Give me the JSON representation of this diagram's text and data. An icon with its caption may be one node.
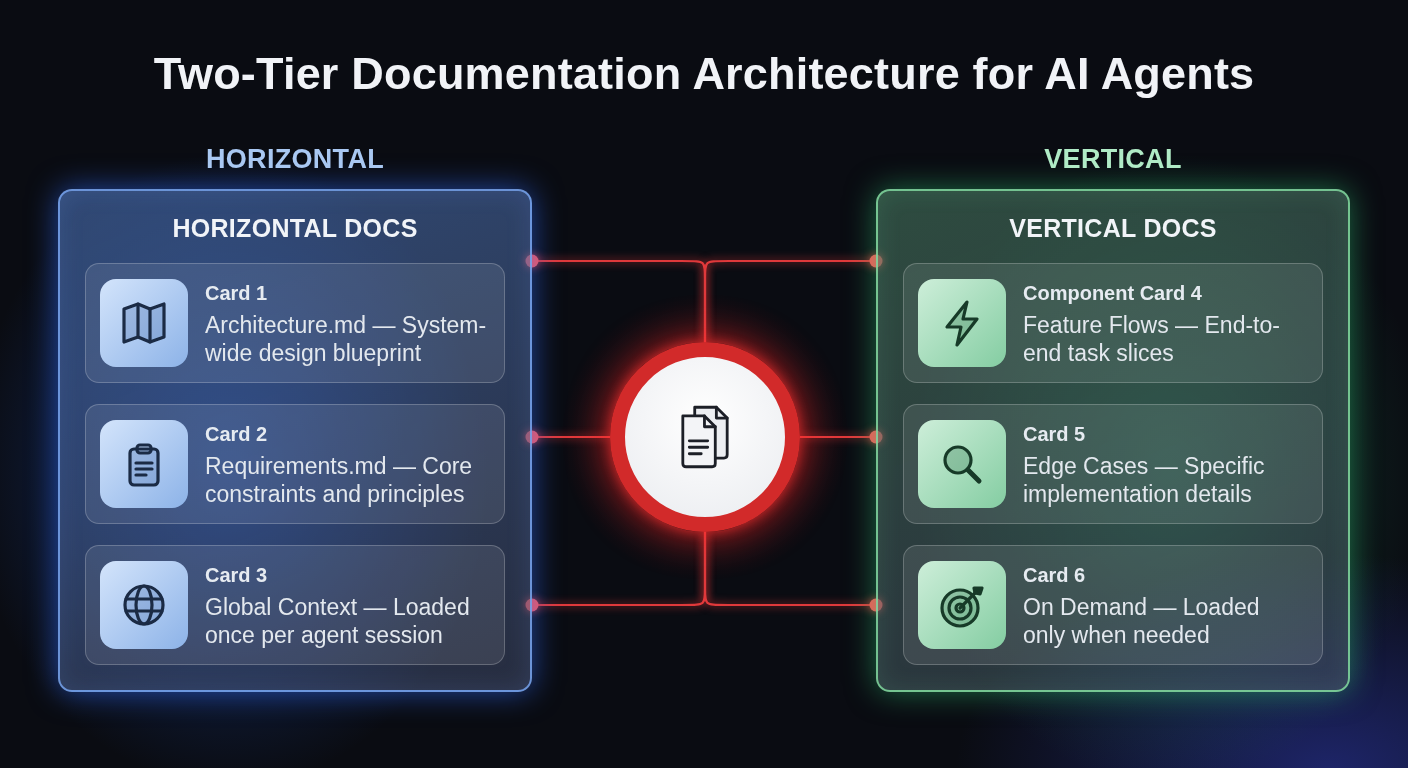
{
  "diagram": {
    "title": "Two-Tier Documentation Architecture for AI Agents",
    "nodes": [
      {
        "text": [
          "HORIZONTAL",
          "HORIZONTAL DOCS"
        ]
      },
      {
        "text": [
          "Card 1",
          "Architecture.md — System-wide design blueprint"
        ],
        "in": 0
      },
      {
        "text": [
          "Card 2",
          "Requirements.md — Core constraints and principles"
        ],
        "in": 0
      },
      {
        "text": [
          "Card 3",
          "Global Context — Loaded once per agent session"
        ],
        "in": 0
      },
      {
        "text": [],
        "shape": "circle"
      },
      {
        "text": [
          "VERTICAL",
          "VERTICAL DOCS"
        ]
      },
      {
        "text": [
          "Component Card 4",
          "Feature Flows — End-to-end task slices"
        ],
        "in": 5
      },
      {
        "text": [
          "Card 5",
          "Edge Cases — Specific implementation details"
        ],
        "in": 5
      },
      {
        "text": [
          "Card 6",
          "On Demand — Loaded only when needed"
        ],
        "in": 5
      }
    ],
    "edges": [
      {
        "from": 4,
        "to": 0,
        "arrow": "other"
      },
      {
        "from": 4,
        "to": 0,
        "arrow": "other"
      },
      {
        "from": 4,
        "to": 0,
        "arrow": "other"
      },
      {
        "from": 4,
        "to": 5,
        "arrow": "other"
      },
      {
        "from": 4,
        "to": 5,
        "arrow": "other"
      },
      {
        "from": 4,
        "to": 5,
        "arrow": "other"
      }
    ]
  }
}
